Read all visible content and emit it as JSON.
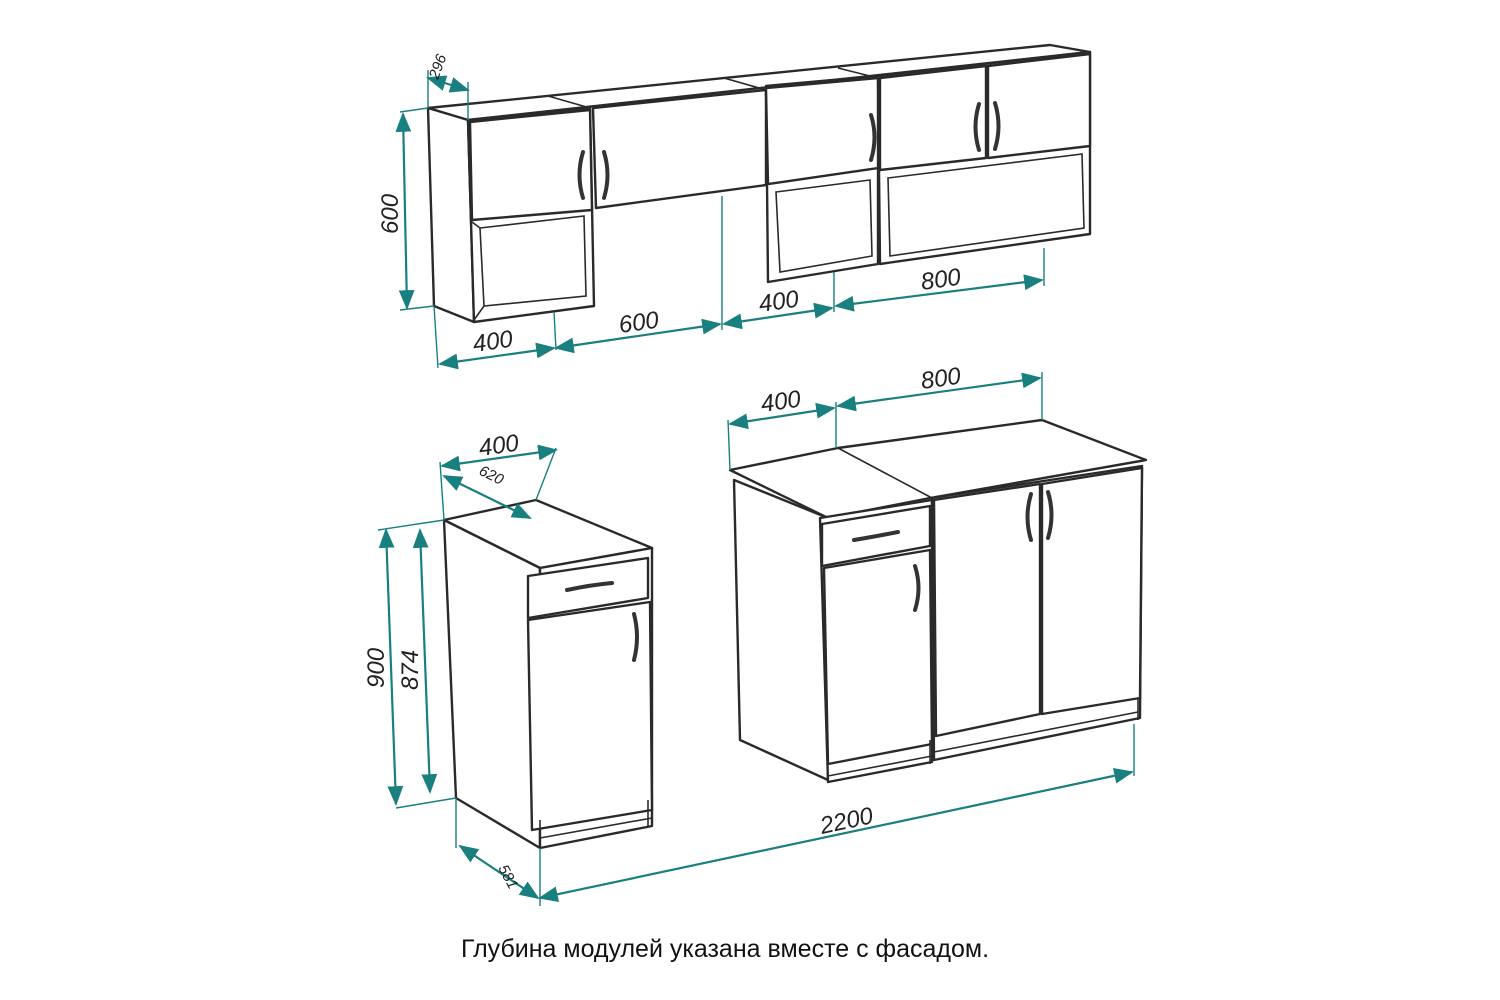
{
  "dimensions": {
    "upper_depth": "296",
    "upper_height": "600",
    "upper_w1": "400",
    "upper_w2": "600",
    "upper_w3": "400",
    "upper_w4": "800",
    "base_top_w1": "400",
    "base_top_w2": "800",
    "single_width": "400",
    "single_top_depth": "620",
    "height_total": "900",
    "height_body": "874",
    "single_depth": "581",
    "total_length": "2200"
  },
  "note": "Глубина модулей указана вместе с фасадом.",
  "colors": {
    "dimension_line": "#1a7f7f",
    "outline": "#2a2a2a"
  }
}
